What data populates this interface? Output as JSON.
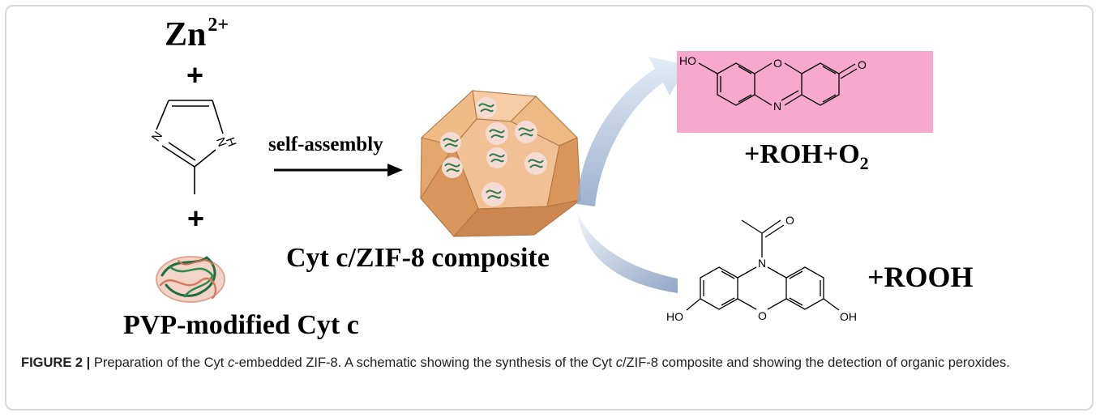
{
  "labels": {
    "zn": "Zn",
    "zn_charge": "2+",
    "plus": "+",
    "self_assembly": "self-assembly",
    "composite": "Cyt c/ZIF-8 composite",
    "pvp": "PVP-modified Cyt c",
    "roh_prefix": "+ROH+O",
    "roh_sub": "2",
    "rooh": "+ROOH"
  },
  "imidazole": {
    "n1": "N",
    "n2": "N",
    "h": "H"
  },
  "resorufin": {
    "ho": "HO",
    "o_ring": "O",
    "n": "N",
    "o_keto": "O",
    "highlight_color": "#f7a9cd"
  },
  "amplex": {
    "o_acetyl": "O",
    "n": "N",
    "o_ring": "O",
    "ho": "HO",
    "oh": "OH"
  },
  "caption": {
    "label": "FIGURE 2 |",
    "text_a": " Preparation of the Cyt ",
    "c1": "c",
    "text_b": "-embedded ZIF-8. A schematic showing the synthesis of the Cyt ",
    "c2": "c",
    "text_c": "/ZIF-8 composite and showing the detection of organic peroxides."
  }
}
